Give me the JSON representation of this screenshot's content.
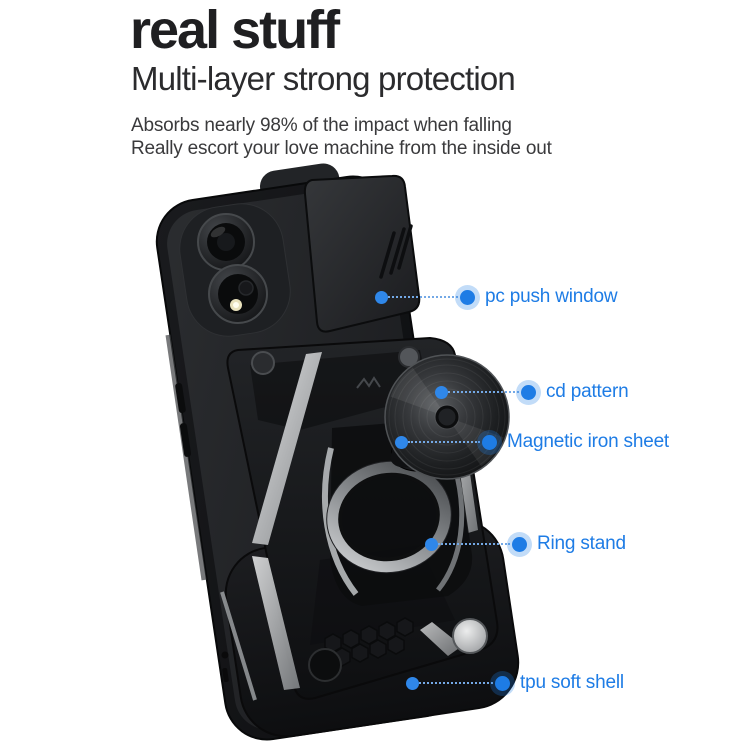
{
  "header": {
    "title": "real stuff",
    "subtitle": "Multi-layer strong protection",
    "description": [
      "Absorbs nearly 98% of the impact when falling",
      "Really escort your love machine from the inside out"
    ]
  },
  "callouts": [
    {
      "id": "pc-push-window",
      "label": "pc push window"
    },
    {
      "id": "cd-pattern",
      "label": "cd pattern"
    },
    {
      "id": "magnetic-iron-sheet",
      "label": "Magnetic iron sheet"
    },
    {
      "id": "ring-stand",
      "label": "Ring stand"
    },
    {
      "id": "tpu-soft-shell",
      "label": "tpu soft shell"
    }
  ],
  "colors": {
    "background": "#FFFFFF",
    "accent_blue": "#1E7CE5",
    "dotted_line_blue": "#74A9E6",
    "heading_text": "#1F1F21",
    "subtitle_text": "#2B2B2D",
    "body_text": "#3A3A3C",
    "case_black": "#141518",
    "silver_accent": "#C9CBCD"
  }
}
